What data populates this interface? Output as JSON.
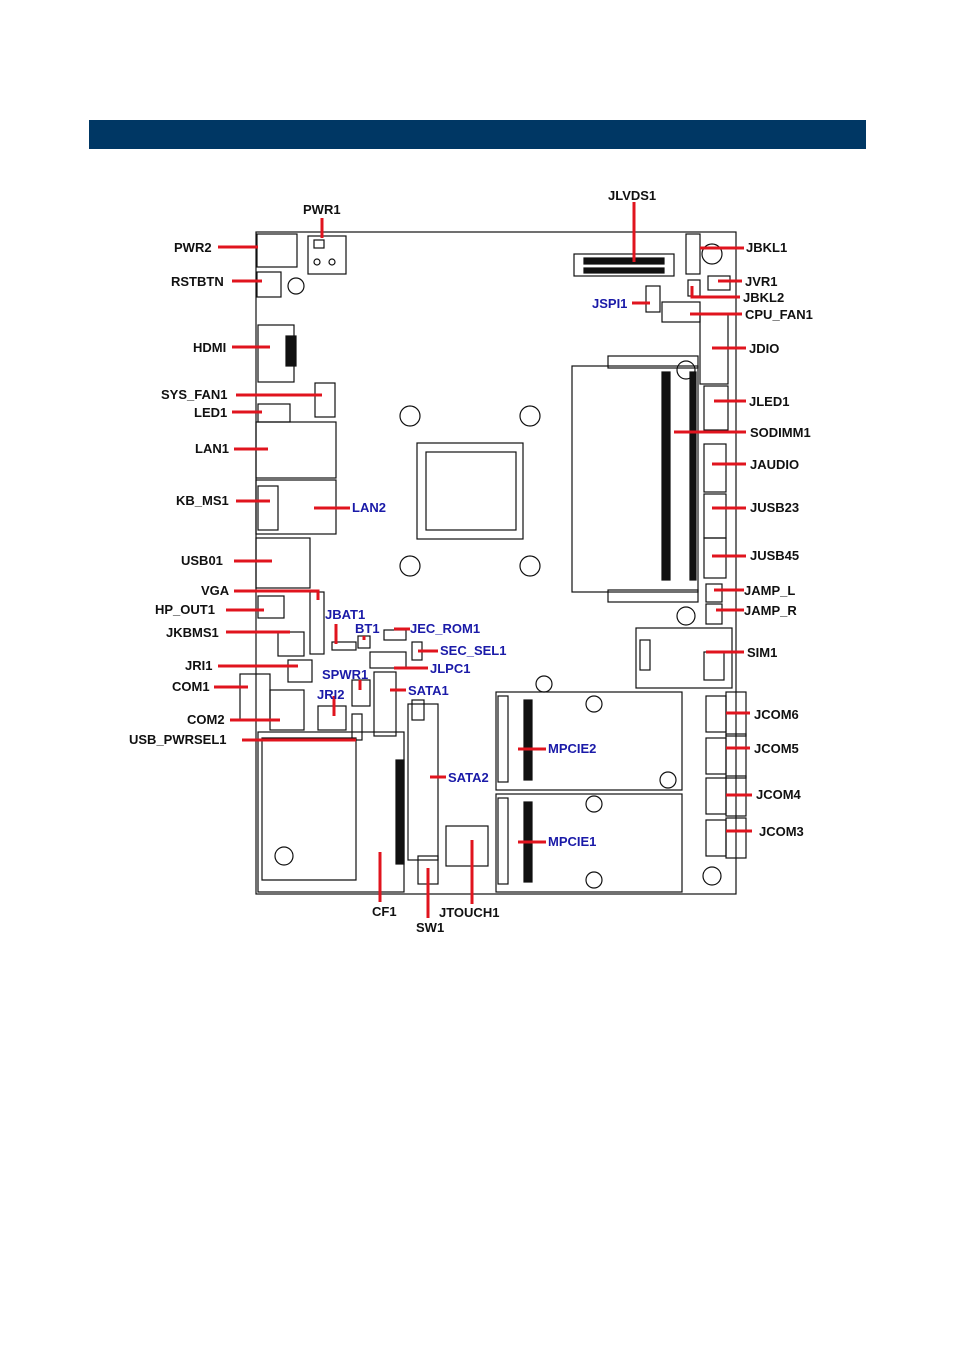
{
  "header": {
    "bar_color": "#003764"
  },
  "colors": {
    "black_label": "#111111",
    "blue_label": "#1a1aa8",
    "leader": "#e0141e",
    "outline": "#111111"
  },
  "labels": {
    "pwr1": "PWR1",
    "jlvds1": "JLVDS1",
    "pwr2": "PWR2",
    "jbkl1": "JBKL1",
    "rstbtn": "RSTBTN",
    "jvr1": "JVR1",
    "jbkl2": "JBKL2",
    "jspi1": "JSPI1",
    "cpu_fan1": "CPU_FAN1",
    "hdmi": "HDMI",
    "jdio": "JDIO",
    "sys_fan1": "SYS_FAN1",
    "led1": "LED1",
    "jled1": "JLED1",
    "sodimm1": "SODIMM1",
    "lan1": "LAN1",
    "jaudio": "JAUDIO",
    "kb_ms1": "KB_MS1",
    "lan2": "LAN2",
    "jusb23": "JUSB23",
    "usb01": "USB01",
    "jusb45": "JUSB45",
    "vga": "VGA",
    "jamp_l": "JAMP_L",
    "hp_out1": "HP_OUT1",
    "jbat1": "JBAT1",
    "jamp_r": "JAMP_R",
    "jkbms1": "JKBMS1",
    "bt1": "BT1",
    "jec_rom1": "JEC_ROM1",
    "sec_sel1": "SEC_SEL1",
    "sim1": "SIM1",
    "jri1": "JRI1",
    "jlpc1": "JLPC1",
    "spwr1": "SPWR1",
    "com1": "COM1",
    "jri2": "JRI2",
    "sata1": "SATA1",
    "jcom6": "JCOM6",
    "com2": "COM2",
    "mpcie2": "MPCIE2",
    "jcom5": "JCOM5",
    "usb_pwrsel1": "USB_PWRSEL1",
    "sata2": "SATA2",
    "jcom4": "JCOM4",
    "jcom3": "JCOM3",
    "mpcie1": "MPCIE1",
    "cf1": "CF1",
    "jtouch1": "JTOUCH1",
    "sw1": "SW1"
  }
}
